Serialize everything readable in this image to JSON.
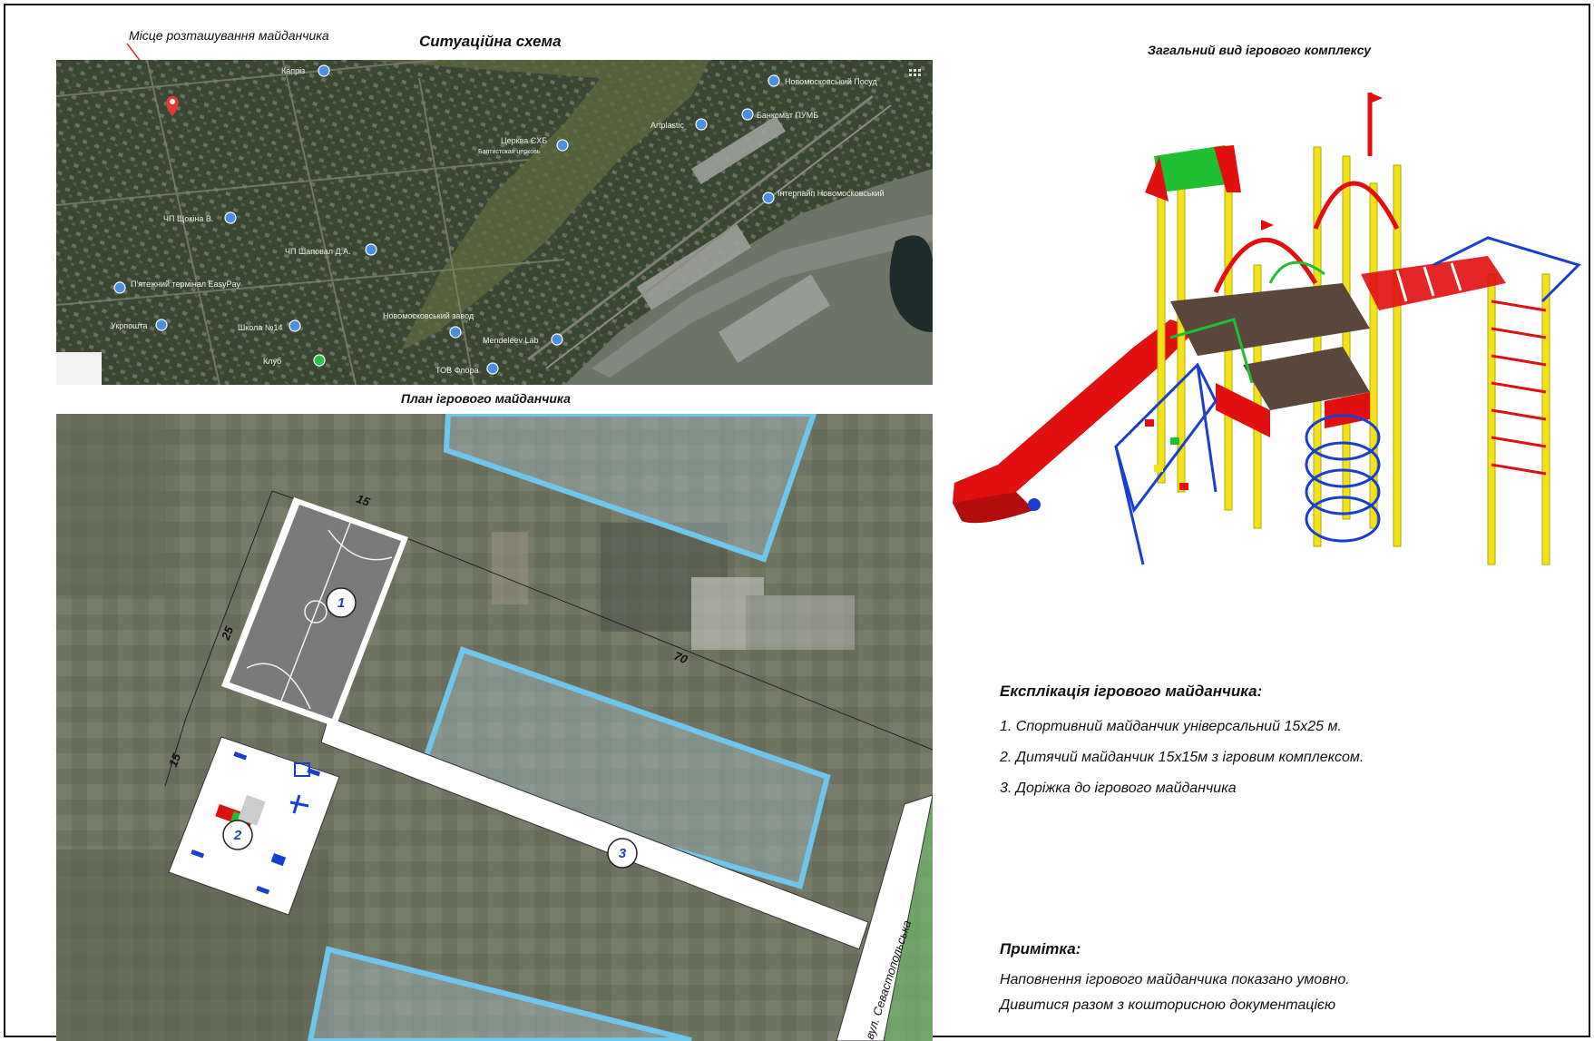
{
  "titles": {
    "situation": "Ситуаційна схема",
    "plan": "План ігрового майданчика",
    "complex": "Загальний вид ігрового комплексу"
  },
  "map": {
    "location_label": "Місце розташування майданчика",
    "places": [
      "Капріз",
      "Новомосковський Посуд",
      "Artplastic",
      "Банкомат ПУМБ",
      "Церква ЄХБ",
      "Баптистская церковь",
      "Інтерпайп Новомосковський",
      "ЧП Щокіна В.",
      "ЧП Шаповал Д.А.",
      "П'ятежний термінал EasyPay",
      "Укрпошта",
      "Школа №14",
      "Новомосковський завод",
      "Mendeleev Lab",
      "Клуб",
      "ТОВ Флора"
    ]
  },
  "plan": {
    "dimensions": {
      "width": "15",
      "length": "25",
      "width2": "15",
      "path": "70"
    },
    "markers": [
      "1",
      "2",
      "3"
    ],
    "street": "вул. Севастопольська"
  },
  "explication": {
    "title": "Експлікація ігрового майданчика:",
    "items": [
      "1. Спортивний майданчик універсальний 15х25 м.",
      "2. Дитячий майданчик 15х15м з ігровим комплексом.",
      "3. Доріжка до ігрового майданчика"
    ]
  },
  "note": {
    "title": "Примітка:",
    "lines": [
      "Наповнення ігрового майданчика показано умовно.",
      "Дивитися разом з кошторисною документацією"
    ]
  },
  "colors": {
    "satellite_dark": "#3b4a35",
    "satellite_light": "#6f7762",
    "parcel_outline": "#6ec6ec",
    "marker_red": "#e53935",
    "map_pin_blue": "#4a8fe0",
    "court_gray": "#7a7a7a",
    "play_blue": "#1a3fd0",
    "slide_red": "#e01010",
    "post_yellow": "#f2e21a",
    "roof_green": "#1fbf33"
  },
  "icons": {
    "location_pin": "map-marker-icon",
    "place_pins": "map-pin-icon"
  }
}
